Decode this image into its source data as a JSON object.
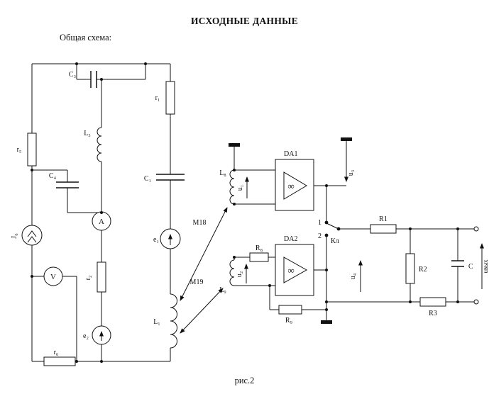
{
  "page": {
    "title": "ИСХОДНЫЕ ДАННЫЕ",
    "subtitle": "Общая схема:",
    "caption": "рис.2"
  },
  "components": {
    "C3": "C₃",
    "r1": "r₁",
    "L3": "L₃",
    "C4": "C₄",
    "r5": "r₅",
    "J6": "J₆",
    "voltmeter": "V",
    "ammeter": "A",
    "r2": "r₂",
    "e2": "e₂",
    "r6": "r₆",
    "C1": "C₁",
    "e1": "e₁",
    "L1": "L₁",
    "M18": "M18",
    "M19": "M19",
    "L8": "L₈",
    "L9": "L₉",
    "R8": "R₈",
    "R9": "R₉",
    "DA1": "DA1",
    "DA2": "DA2",
    "opamp_gain": "∞",
    "R1": "R1",
    "R2": "R2",
    "R3": "R3",
    "C": "C"
  },
  "voltages": {
    "u1": "u₁",
    "u2": "u₂",
    "u3": "u₃",
    "u4": "u₄",
    "uout": "uвых"
  },
  "switch": {
    "pos1": "1",
    "pos2": "2",
    "label": "Кл"
  }
}
